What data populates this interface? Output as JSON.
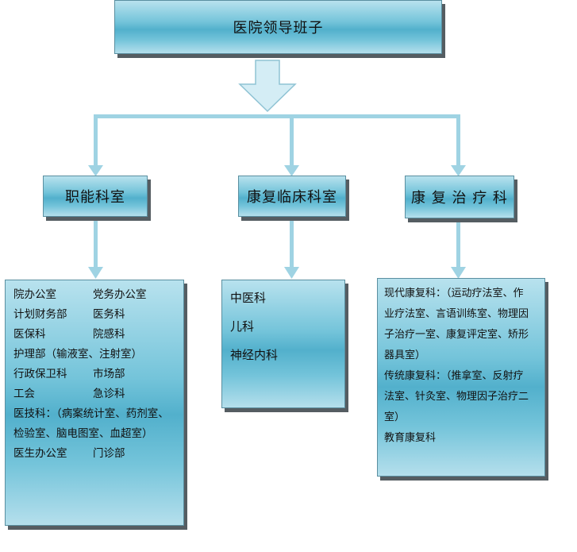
{
  "top": {
    "title": "医院领导班子"
  },
  "departments": [
    {
      "title": "职能科室",
      "rows": [
        [
          "院办公室",
          "党务办公室"
        ],
        [
          "计划财务部",
          "医务科"
        ],
        [
          "医保科",
          "院感科"
        ],
        [
          "护理部（输液室、注射室）"
        ],
        [
          "行政保卫科",
          "市场部"
        ],
        [
          "工会",
          "急诊科"
        ],
        [
          "医技科：（病案统计室、药剂室、"
        ],
        [
          "检验室、脑电图室、血超室）"
        ],
        [
          "医生办公室",
          "门诊部"
        ]
      ]
    },
    {
      "title": "康复临床科室",
      "items": [
        "中医科",
        "儿科",
        "神经内科"
      ]
    },
    {
      "title": "康 复 治 疗 科",
      "lines": [
        "现代康复科：（运动疗法室、作",
        "业疗法室、言语训练室、物理因",
        "子治疗一室、康复评定室、矫形",
        "器具室）",
        "传统康复科：（推拿室、反射疗",
        "法室、针灸室、物理因子治疗二",
        "室）",
        "教育康复科"
      ]
    }
  ],
  "colors": {
    "box_fill": "#6cc0d8",
    "connector": "#9fd3e3",
    "shadow": "#555d62"
  }
}
